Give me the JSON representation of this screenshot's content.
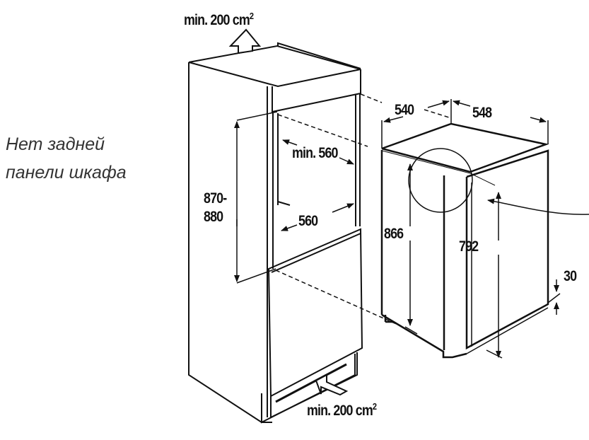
{
  "note": {
    "line1": "Нет задней",
    "line2": "панели шкафа"
  },
  "labels": {
    "vent_top": "min. 200 cm",
    "vent_bottom": "min. 200 cm",
    "vent_sup": "2",
    "height_range_1": "870-",
    "height_range_2": "880",
    "depth_min": "min. 560",
    "width_niche": "560",
    "width_appliance": "540",
    "depth_appliance": "548",
    "height_appliance": "866",
    "height_door": "792",
    "gap": "30"
  },
  "colors": {
    "line": "#111111",
    "text": "#111111",
    "note": "#333333"
  }
}
